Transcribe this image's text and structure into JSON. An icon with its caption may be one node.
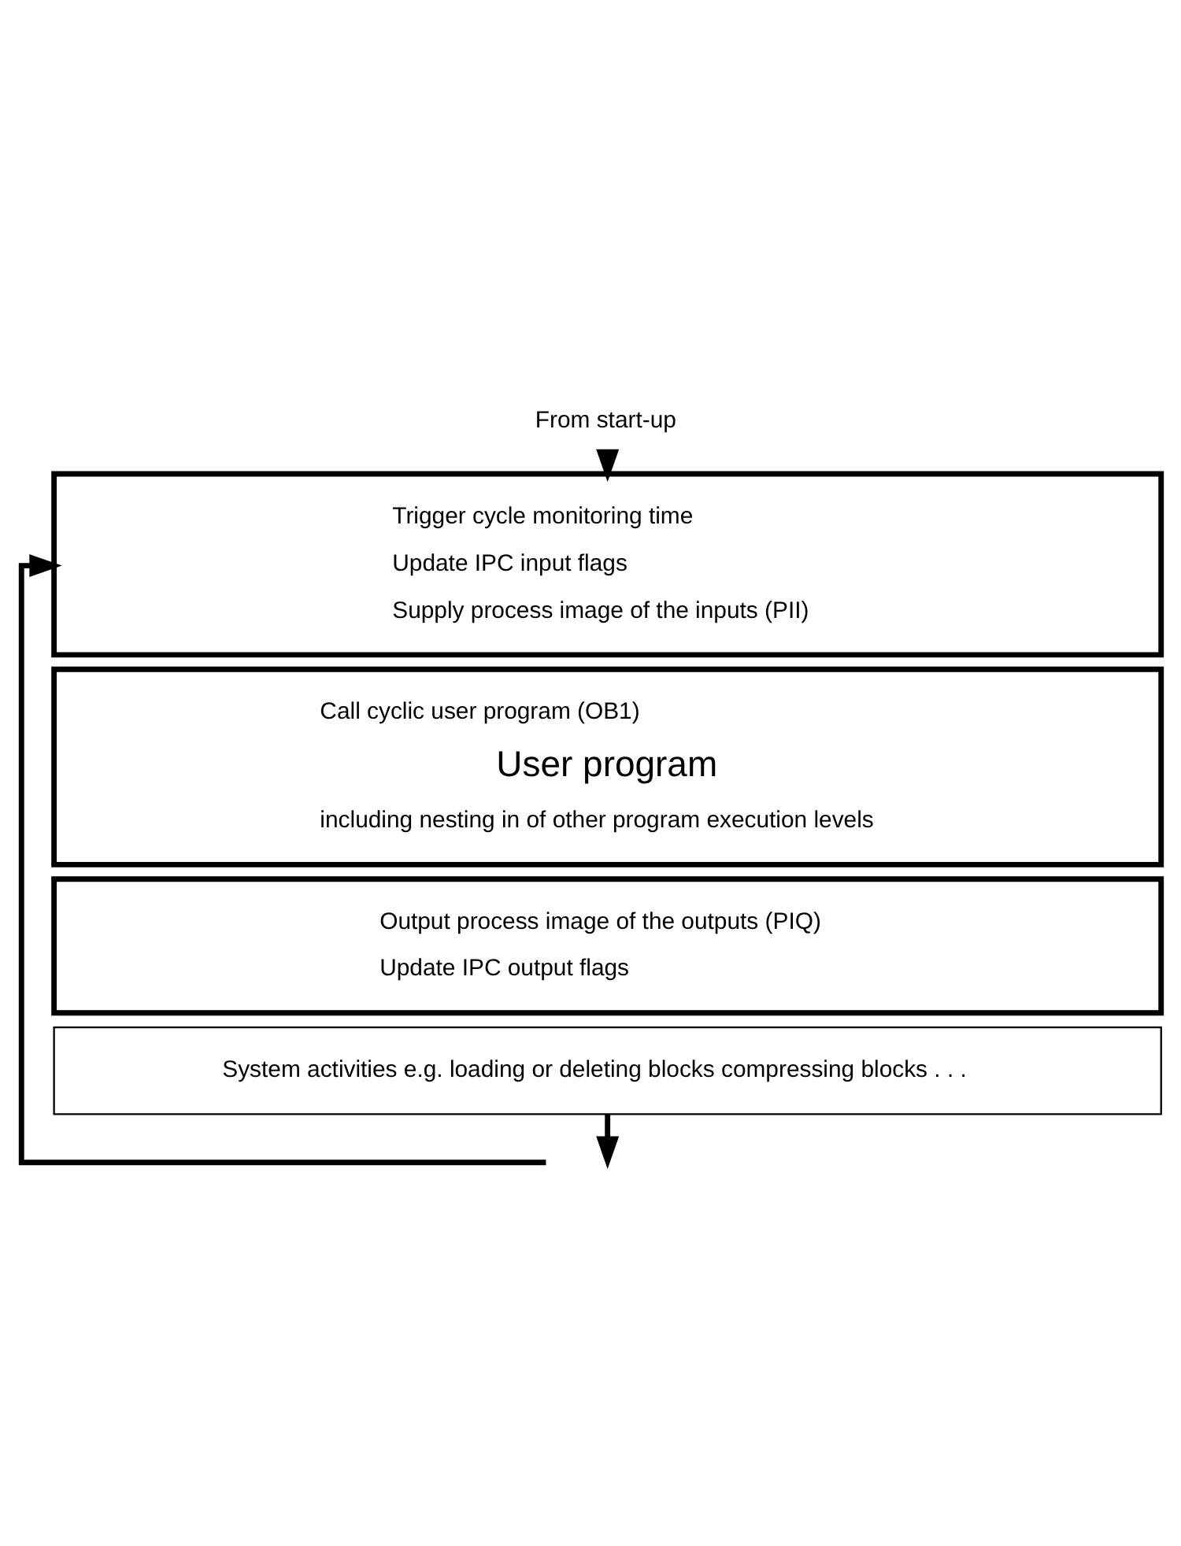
{
  "diagram": {
    "nodes": [
      {
        "text": [
          "From start-up"
        ]
      },
      {
        "text": [
          "Trigger cycle monitoring time",
          "Update IPC input flags",
          "Supply process image of the inputs (PII)"
        ]
      },
      {
        "text": [
          "Call cyclic user program (OB1)",
          "User program",
          "including nesting in of other program execution levels"
        ]
      },
      {
        "text": [
          "Output process image of the outputs (PIQ)",
          "Update IPC output flags"
        ]
      },
      {
        "text": [
          "System activities e.g. loading or deleting blocks compressing blocks . . ."
        ]
      }
    ],
    "edges": [
      {
        "from": 0,
        "to": 1,
        "arrow": "to"
      },
      {
        "from": 4,
        "to": null,
        "arrow": "to"
      },
      {
        "from": null,
        "to": 1,
        "arrow": "to"
      }
    ]
  }
}
